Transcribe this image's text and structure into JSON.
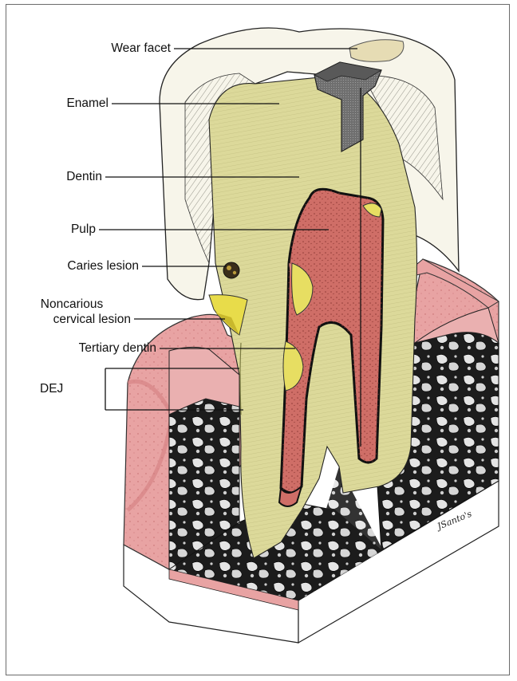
{
  "labels": {
    "wear_facet": "Wear facet",
    "enamel": "Enamel",
    "dentin": "Dentin",
    "pulp": "Pulp",
    "caries_lesion": "Caries lesion",
    "noncarious_line1": "Noncarious",
    "noncarious_line2": "cervical lesion",
    "tertiary_dentin": "Tertiary dentin",
    "dej": "DEJ"
  },
  "signature": "JSanto's",
  "colors": {
    "gingiva": "#e8a3a3",
    "gingiva_dark": "#d27b7d",
    "dentin": "#dcd99a",
    "enamel": "#f7f5ea",
    "pulp": "#cf6e67",
    "pulp_light": "#e6908a",
    "restoration": "#7a7a7a",
    "wear_facet": "#e6dcb4",
    "tertiary": "#e7de62",
    "bone_dark": "#1a1a1a",
    "bone_light": "#d8d8d8",
    "leader": "#111111"
  }
}
